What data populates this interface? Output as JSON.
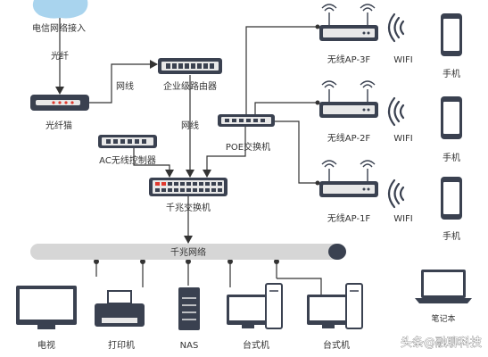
{
  "nodes": {
    "isp": "电信网络接入",
    "fiber_link": "光纤",
    "modem": "光纤猫",
    "cable_link_1": "网线",
    "router": "企业级路由器",
    "cable_link_2": "网线",
    "ac": "AC无线控制器",
    "poe": "POE交换机",
    "gswitch": "千兆交换机",
    "ap3": "无线AP-3F",
    "ap2": "无线AP-2F",
    "ap1": "无线AP-1F",
    "wifi": "WIFI",
    "phone": "手机",
    "backbone": "千兆网络",
    "tv": "电视",
    "printer": "打印机",
    "nas": "NAS",
    "desktop": "台式机",
    "laptop": "笔记本"
  },
  "watermark": "头条@融聊科技",
  "colors": {
    "line": "#333333",
    "device": "#3a4150",
    "device_panel": "#e8e8e8",
    "backbone": "#d6d6d6",
    "cloud": "#a9d4ee",
    "port_red": "#e03a2f",
    "screen": "#ffffff"
  }
}
